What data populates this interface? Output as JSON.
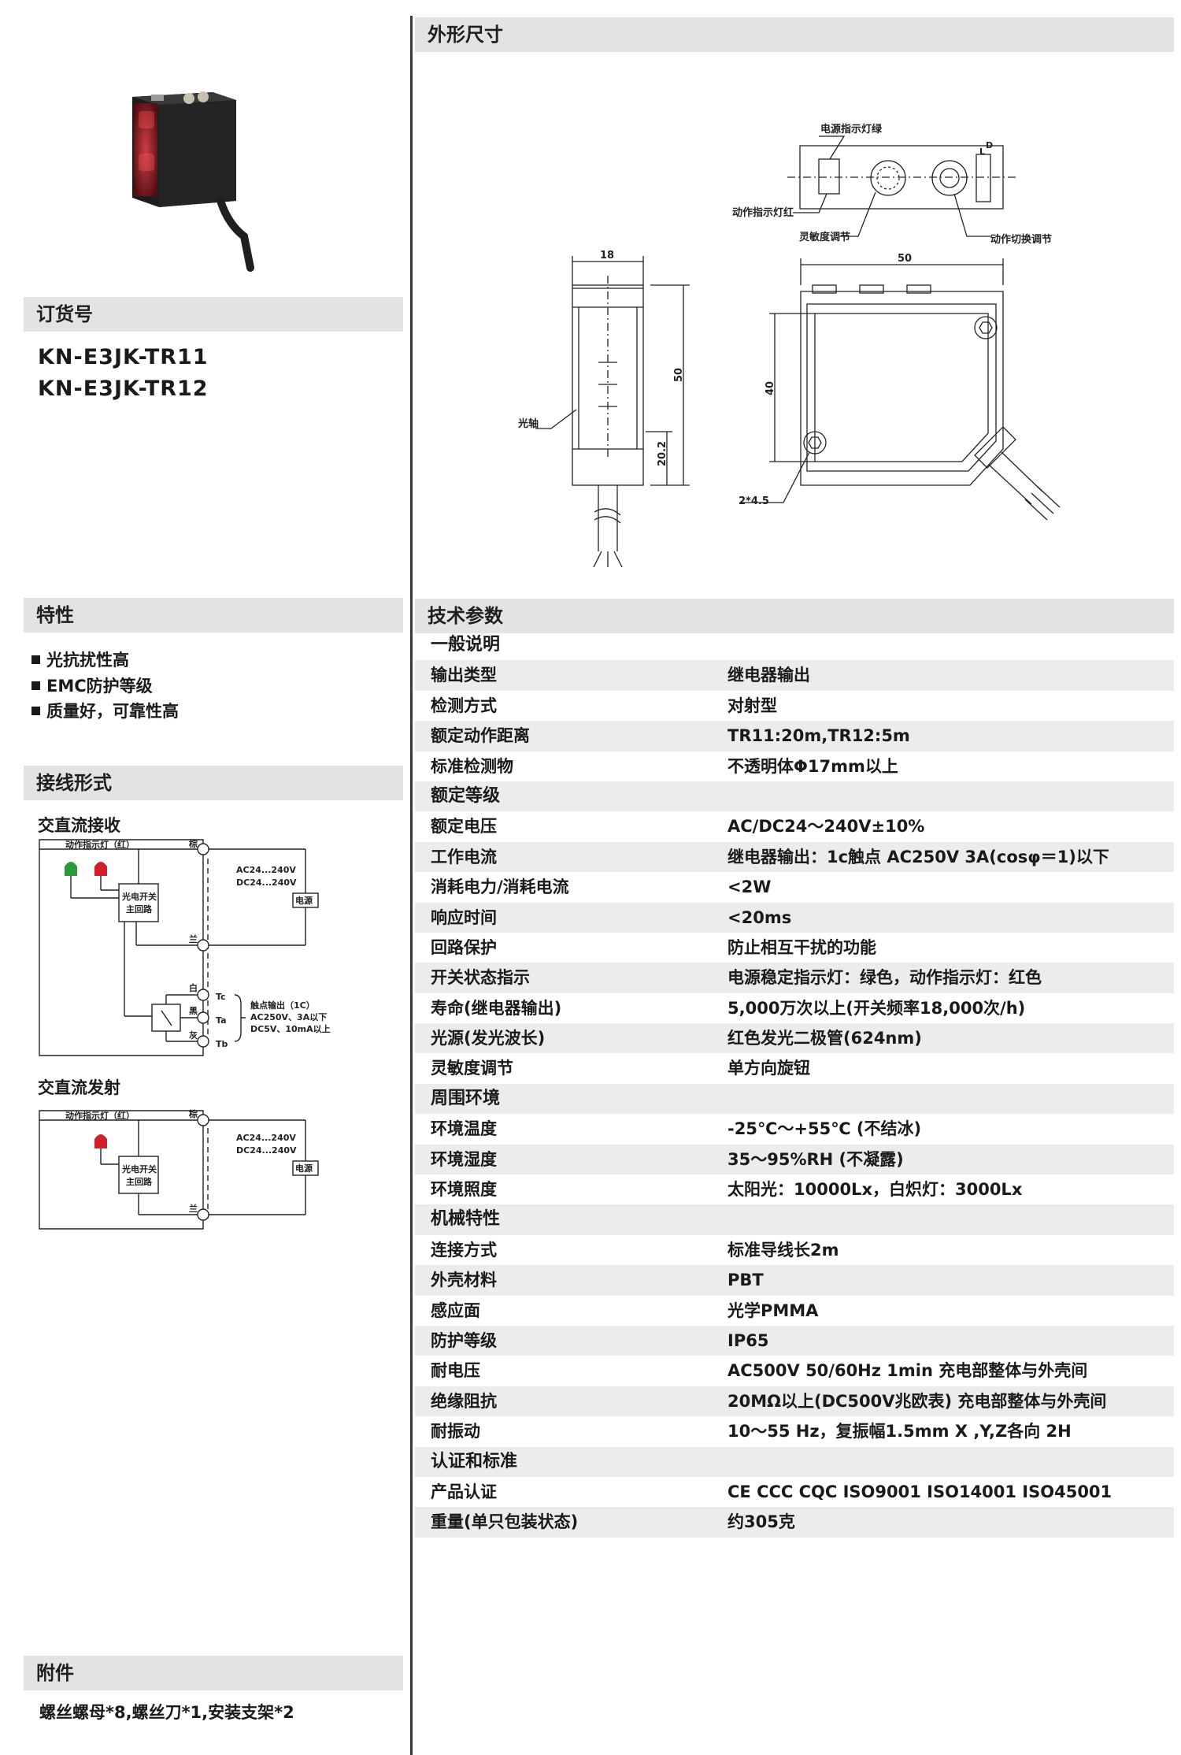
{
  "left": {
    "order": {
      "title": "订货号",
      "models": [
        "KN-E3JK-TR11",
        "KN-E3JK-TR12"
      ]
    },
    "features": {
      "title": "特性",
      "items": [
        "光抗扰性高",
        "EMC防护等级",
        "质量好，可靠性高"
      ]
    },
    "wiring": {
      "title": "接线形式",
      "receiver": {
        "title": "交直流接收",
        "indicator_label": "动作指示灯（红）",
        "circuit_label_1": "光电开关",
        "circuit_label_2": "主回路",
        "wire_brown": "棕",
        "wire_blue": "兰",
        "wire_white": "白",
        "wire_black": "黑",
        "wire_gray": "灰",
        "supply_1": "AC24...240V",
        "supply_2": "DC24...240V",
        "power": "电源",
        "tc": "Tc",
        "ta": "Ta",
        "tb": "Tb",
        "contact_1": "触点输出（1C）",
        "contact_2": "AC250V、3A以下",
        "contact_3": "DC5V、10mA以上"
      },
      "emitter": {
        "title": "交直流发射",
        "indicator_label": "动作指示灯（红）",
        "circuit_label_1": "光电开关",
        "circuit_label_2": "主回路",
        "wire_brown": "棕",
        "wire_blue": "兰",
        "supply_1": "AC24...240V",
        "supply_2": "DC24...240V",
        "power": "电源"
      }
    },
    "accessories": {
      "title": "附件",
      "text": "螺丝螺母*8,螺丝刀*1,安装支架*2"
    }
  },
  "right": {
    "dimensions": {
      "title": "外形尺寸",
      "power_led": "电源指示灯绿",
      "action_led": "动作指示灯红",
      "sensitivity": "灵敏度调节",
      "mode_switch": "动作切换调节",
      "optical_axis": "光轴",
      "dim_18": "18",
      "dim_50_side": "50",
      "dim_20_2": "20.2",
      "dim_50_top": "50",
      "dim_40": "40",
      "dim_hole": "2*4.5",
      "mark_l": "L",
      "mark_d": "D"
    },
    "specs": {
      "title": "技术参数",
      "rows": [
        {
          "label": "一般说明",
          "value": "",
          "category": true
        },
        {
          "label": "输出类型",
          "value": "继电器输出"
        },
        {
          "label": "检测方式",
          "value": "对射型"
        },
        {
          "label": "额定动作距离",
          "value": "TR11:20m,TR12:5m"
        },
        {
          "label": "标准检测物",
          "value": "不透明体Φ17mm以上"
        },
        {
          "label": "额定等级",
          "value": "",
          "category": true
        },
        {
          "label": "额定电压",
          "value": "AC/DC24～240V±10%"
        },
        {
          "label": "工作电流",
          "value": "继电器输出：1c触点 AC250V 3A(cosφ＝1)以下"
        },
        {
          "label": "消耗电力/消耗电流",
          "value": "<2W"
        },
        {
          "label": "响应时间",
          "value": "<20ms"
        },
        {
          "label": "回路保护",
          "value": "防止相互干扰的功能"
        },
        {
          "label": "开关状态指示",
          "value": "电源稳定指示灯：绿色，动作指示灯：红色"
        },
        {
          "label": "寿命(继电器输出)",
          "value": "5,000万次以上(开关频率18,000次/h)"
        },
        {
          "label": "光源(发光波长)",
          "value": "红色发光二极管(624nm)"
        },
        {
          "label": "灵敏度调节",
          "value": "单方向旋钮"
        },
        {
          "label": "周围环境",
          "value": "",
          "category": true
        },
        {
          "label": "环境温度",
          "value": "-25℃～+55℃ (不结冰)"
        },
        {
          "label": "环境湿度",
          "value": "35～95%RH (不凝露)"
        },
        {
          "label": "环境照度",
          "value": "太阳光：10000Lx，白炽灯：3000Lx"
        },
        {
          "label": "机械特性",
          "value": "",
          "category": true
        },
        {
          "label": "连接方式",
          "value": "标准导线长2m"
        },
        {
          "label": "外壳材料",
          "value": "PBT"
        },
        {
          "label": "感应面",
          "value": "光学PMMA"
        },
        {
          "label": "防护等级",
          "value": "IP65"
        },
        {
          "label": "耐电压",
          "value": "AC500V 50/60Hz 1min 充电部整体与外壳间"
        },
        {
          "label": "绝缘阻抗",
          "value": "20MΩ以上(DC500V兆欧表) 充电部整体与外壳间"
        },
        {
          "label": "耐振动",
          "value": "10～55 Hz，复振幅1.5mm X ,Y,Z各向 2H"
        },
        {
          "label": "认证和标准",
          "value": "",
          "category": true
        },
        {
          "label": "产品认证",
          "value": "CE  CCC  CQC  ISO9001  ISO14001  ISO45001"
        },
        {
          "label": "重量(单只包装状态)",
          "value": "约305克"
        }
      ]
    }
  },
  "colors": {
    "header_bg": "#e3e3e3",
    "row_alt_bg": "#ececec",
    "led_red": "#d0202a",
    "led_green": "#2a9a3a"
  }
}
